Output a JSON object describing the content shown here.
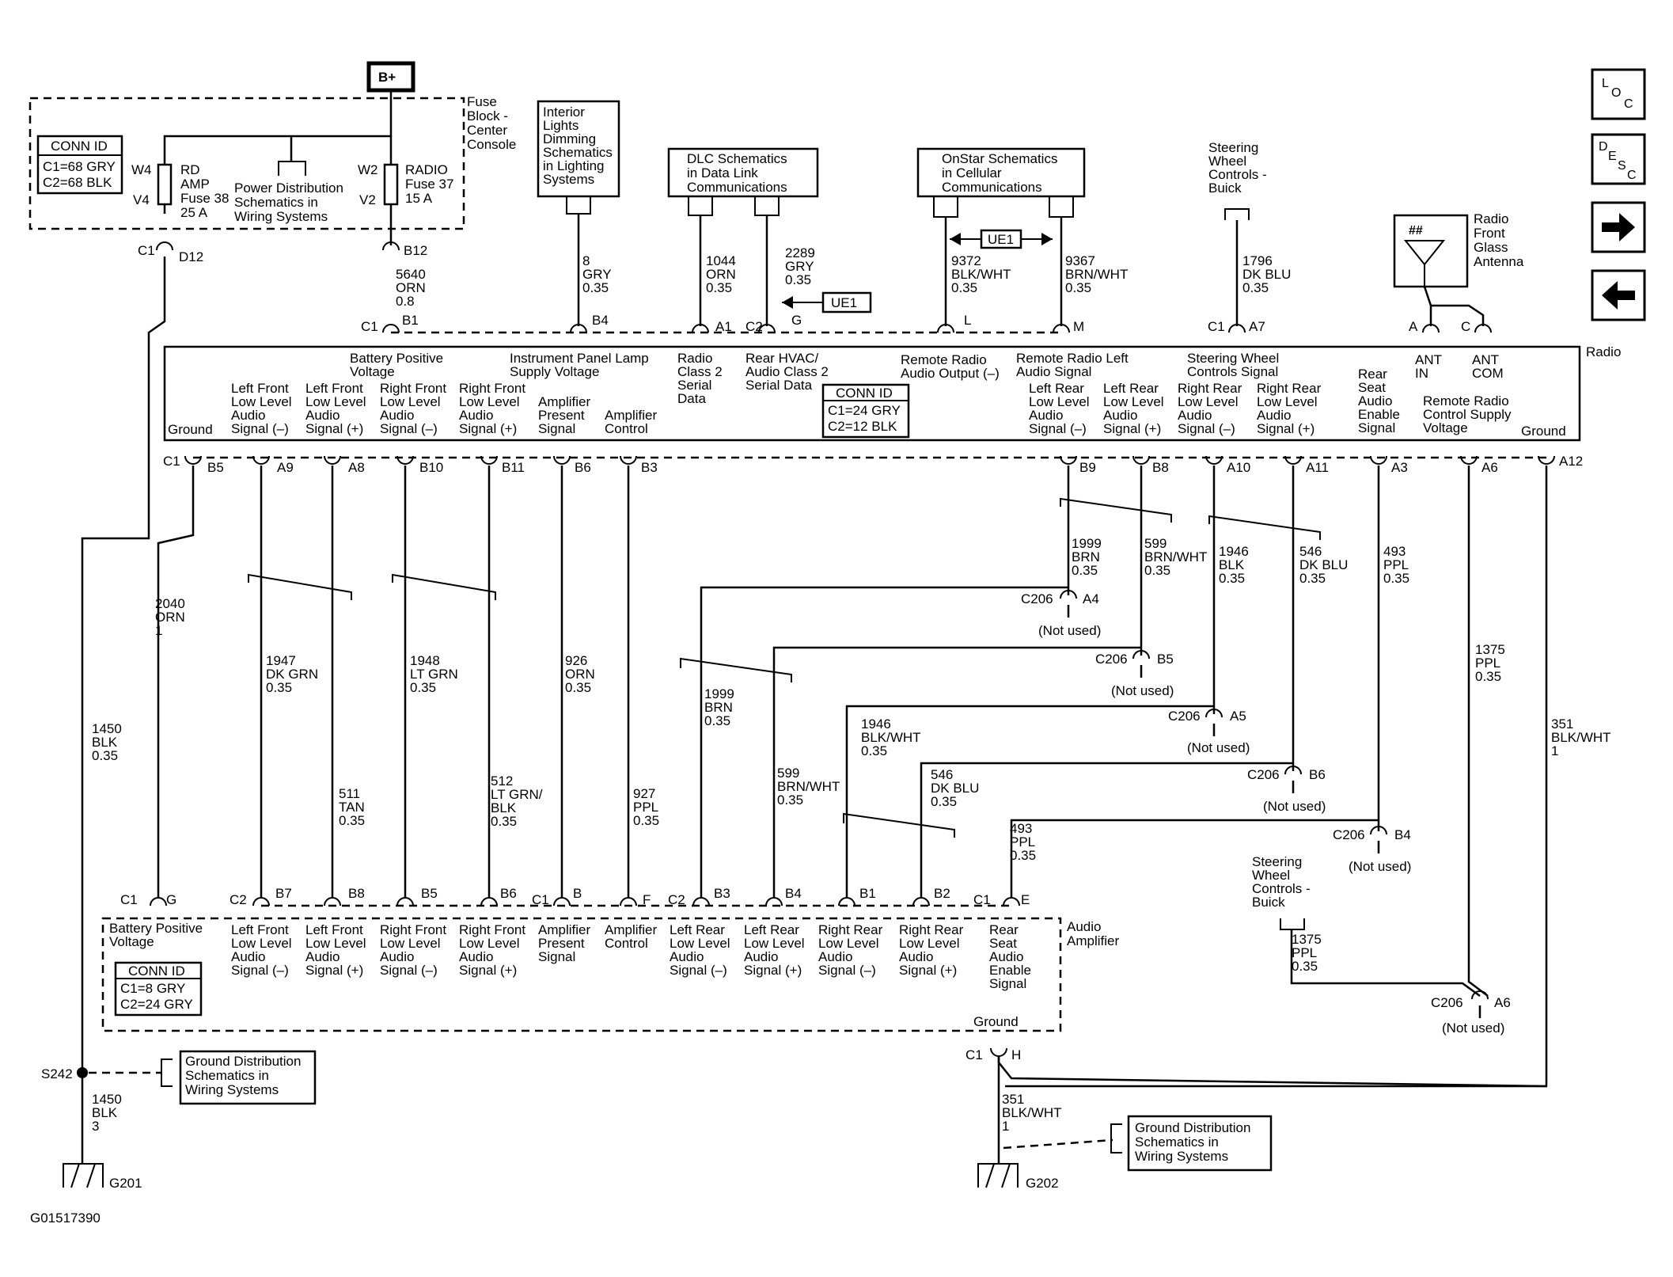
{
  "b_plus": "B+",
  "figure_id": "G01517390",
  "nav": {
    "loc": "LOC",
    "desc": "DESC",
    "next": "next-arrow",
    "prev": "prev-arrow"
  },
  "fuse_block": {
    "title": [
      "Fuse",
      "Block -",
      "Center",
      "Console"
    ],
    "conn_id": {
      "title": "CONN ID",
      "lines": [
        "C1=68 GRY",
        "C2=68 BLK"
      ]
    },
    "fuse_left": {
      "top_pin": "W4",
      "bottom_pin": "V4",
      "label": [
        "RD",
        "AMP",
        "Fuse 38",
        "25 A"
      ]
    },
    "fuse_right": {
      "top_pin": "W2",
      "bottom_pin": "V2",
      "label": [
        "RADIO",
        "Fuse 37",
        "15 A"
      ]
    },
    "power_dist": [
      "Power Distribution",
      "Schematics in",
      "Wiring  Systems"
    ],
    "left_conn": {
      "c": "C1",
      "pin": "D12"
    },
    "right_conn": {
      "pin": "B12"
    }
  },
  "refs": {
    "interior": [
      "Interior",
      "Lights",
      "Dimming",
      "Schematics",
      "in Lighting",
      "Systems"
    ],
    "dlc": [
      "DLC Schematics",
      "in Data Link",
      "Communications"
    ],
    "onstar": [
      "OnStar Schematics",
      "in Cellular",
      "Communications"
    ],
    "steering": [
      "Steering",
      "Wheel",
      "Controls -",
      "Buick"
    ],
    "antenna": [
      "Radio",
      "Front",
      "Glass",
      "Antenna"
    ],
    "ue1": "UE1"
  },
  "upper_wires": {
    "w5640": [
      "5640",
      "ORN",
      "0.8"
    ],
    "w8": [
      "8",
      "GRY",
      "0.35"
    ],
    "w1044": [
      "1044",
      "ORN",
      "0.35"
    ],
    "w2289": [
      "2289",
      "GRY",
      "0.35"
    ],
    "w9372": [
      "9372",
      "BLK/WHT",
      "0.35"
    ],
    "w9367": [
      "9367",
      "BRN/WHT",
      "0.35"
    ],
    "w1796": [
      "1796",
      "DK BLU",
      "0.35"
    ]
  },
  "radio_top_pins": {
    "c1": "C1",
    "b1": "B1",
    "b4": "B4",
    "a1": "A1",
    "c2": "C2",
    "g": "G",
    "l": "L",
    "m": "M",
    "c1b": "C1",
    "a7": "A7",
    "a": "A",
    "c": "C"
  },
  "radio": {
    "title": "Radio",
    "battery": [
      "Battery Positive",
      "Voltage"
    ],
    "ipl": [
      "Instrument Panel Lamp",
      "Supply Voltage"
    ],
    "class2": [
      "Radio",
      "Class 2",
      "Serial",
      "Data"
    ],
    "rear_hvac": [
      "Rear HVAC/",
      "Audio Class 2",
      "Serial Data"
    ],
    "remote_out": [
      "Remote Radio",
      "Audio Output (–)"
    ],
    "remote_left": [
      "Remote Radio Left",
      "Audio Signal"
    ],
    "swc": [
      "Steering Wheel",
      "Controls Signal"
    ],
    "ant_in": [
      "ANT",
      "IN"
    ],
    "ant_com": [
      "ANT",
      "COM"
    ],
    "conn_id": {
      "title": "CONN ID",
      "lines": [
        "C1=24 GRY",
        "C2=12 BLK"
      ]
    },
    "bottom": {
      "ground": "Ground",
      "lf_neg": [
        "Left Front",
        "Low Level",
        "Audio",
        "Signal (–)"
      ],
      "lf_pos": [
        "Left Front",
        "Low Level",
        "Audio",
        "Signal (+)"
      ],
      "rf_neg": [
        "Right Front",
        "Low Level",
        "Audio",
        "Signal (–)"
      ],
      "rf_pos": [
        "Right Front",
        "Low Level",
        "Audio",
        "Signal (+)"
      ],
      "amp_present": [
        "Amplifier",
        "Present",
        "Signal"
      ],
      "amp_ctrl": [
        "Amplifier",
        "Control"
      ],
      "lr_neg": [
        "Left Rear",
        "Low Level",
        "Audio",
        "Signal (–)"
      ],
      "lr_pos": [
        "Left Rear",
        "Low Level",
        "Audio",
        "Signal (+)"
      ],
      "rr_neg": [
        "Right Rear",
        "Low Level",
        "Audio",
        "Signal (–)"
      ],
      "rr_pos": [
        "Right Rear",
        "Low Level",
        "Audio",
        "Signal (+)"
      ],
      "rsa": [
        "Rear",
        "Seat",
        "Audio",
        "Enable",
        "Signal"
      ],
      "remote_supply": [
        "Remote Radio",
        "Control Supply",
        "Voltage"
      ],
      "ground2": "Ground"
    }
  },
  "radio_bottom_pins": {
    "c1": "C1",
    "b5": "B5",
    "a9": "A9",
    "a8": "A8",
    "b10": "B10",
    "b11": "B11",
    "b6": "B6",
    "b3": "B3",
    "b9": "B9",
    "b8": "B8",
    "a10": "A10",
    "a11": "A11",
    "a3": "A3",
    "a6": "A6",
    "a12": "A12"
  },
  "mid_wires": {
    "w2040": [
      "2040",
      "ORN",
      "1"
    ],
    "w1450a": [
      "1450",
      "BLK",
      "0.35"
    ],
    "w1947": [
      "1947",
      "DK GRN",
      "0.35"
    ],
    "w511": [
      "511",
      "TAN",
      "0.35"
    ],
    "w1948": [
      "1948",
      "LT GRN",
      "0.35"
    ],
    "w512": [
      "512",
      "LT GRN/",
      "BLK",
      "0.35"
    ],
    "w926": [
      "926",
      "ORN",
      "0.35"
    ],
    "w927": [
      "927",
      "PPL",
      "0.35"
    ],
    "w1999a": [
      "1999",
      "BRN",
      "0.35"
    ],
    "w599a": [
      "599",
      "BRN/WHT",
      "0.35"
    ],
    "w1946a": [
      "1946",
      "BLK",
      "0.35"
    ],
    "w546a": [
      "546",
      "DK BLU",
      "0.35"
    ],
    "w493a": [
      "493",
      "PPL",
      "0.35"
    ],
    "w1375a": [
      "1375",
      "PPL",
      "0.35"
    ],
    "w351a": [
      "351",
      "BLK/WHT",
      "1"
    ],
    "w1999b": [
      "1999",
      "BRN",
      "0.35"
    ],
    "w599b": [
      "599",
      "BRN/WHT",
      "0.35"
    ],
    "w1946b": [
      "1946",
      "BLK/WHT",
      "0.35"
    ],
    "w546b": [
      "546",
      "DK BLU",
      "0.35"
    ],
    "w493b": [
      "493",
      "PPL",
      "0.35"
    ],
    "w1375b": [
      "1375",
      "PPL",
      "0.35"
    ]
  },
  "c206": {
    "a4": {
      "c": "C206",
      "pin": "A4"
    },
    "b5": {
      "c": "C206",
      "pin": "B5"
    },
    "a5": {
      "c": "C206",
      "pin": "A5"
    },
    "b6": {
      "c": "C206",
      "pin": "B6"
    },
    "b4": {
      "c": "C206",
      "pin": "B4"
    },
    "a6": {
      "c": "C206",
      "pin": "A6"
    },
    "not_used": "(Not used)"
  },
  "amp_pins": {
    "c1": "C1",
    "g": "G",
    "c2": "C2",
    "b7": "B7",
    "b8": "B8",
    "b5": "B5",
    "b6": "B6",
    "c1b": "C1",
    "b": "B",
    "f": "F",
    "c2b": "C2",
    "b3": "B3",
    "b4": "B4",
    "b1": "B1",
    "b2": "B2",
    "c1c": "C1",
    "e": "E",
    "c1d": "C1",
    "h": "H"
  },
  "amplifier": {
    "title": [
      "Audio",
      "Amplifier"
    ],
    "battery": [
      "Battery Positive",
      "Voltage"
    ],
    "lf_neg": [
      "Left Front",
      "Low Level",
      "Audio",
      "Signal (–)"
    ],
    "lf_pos": [
      "Left Front",
      "Low Level",
      "Audio",
      "Signal (+)"
    ],
    "rf_neg": [
      "Right Front",
      "Low Level",
      "Audio",
      "Signal (–)"
    ],
    "rf_pos": [
      "Right Front",
      "Low Level",
      "Audio",
      "Signal (+)"
    ],
    "amp_present": [
      "Amplifier",
      "Present",
      "Signal"
    ],
    "amp_ctrl": [
      "Amplifier",
      "Control"
    ],
    "lr_neg": [
      "Left Rear",
      "Low Level",
      "Audio",
      "Signal (–)"
    ],
    "lr_pos": [
      "Left Rear",
      "Low Level",
      "Audio",
      "Signal (+)"
    ],
    "rr_neg": [
      "Right Rear",
      "Low Level",
      "Audio",
      "Signal (–)"
    ],
    "rr_pos": [
      "Right Rear",
      "Low Level",
      "Audio",
      "Signal (+)"
    ],
    "rsa": [
      "Rear",
      "Seat",
      "Audio",
      "Enable",
      "Signal"
    ],
    "ground": "Ground",
    "conn_id": {
      "title": "CONN ID",
      "lines": [
        "C1=8 GRY",
        "C2=24 GRY"
      ]
    }
  },
  "ground": {
    "s242": "S242",
    "w1450b": [
      "1450",
      "BLK",
      "3"
    ],
    "g201": "G201",
    "w351b": [
      "351",
      "BLK/WHT",
      "1"
    ],
    "g202": "G202",
    "gd_left": [
      "Ground Distribution",
      "Schematics in",
      "Wiring Systems"
    ],
    "gd_right": [
      "Ground Distribution",
      "Schematics in",
      "Wiring Systems"
    ]
  }
}
